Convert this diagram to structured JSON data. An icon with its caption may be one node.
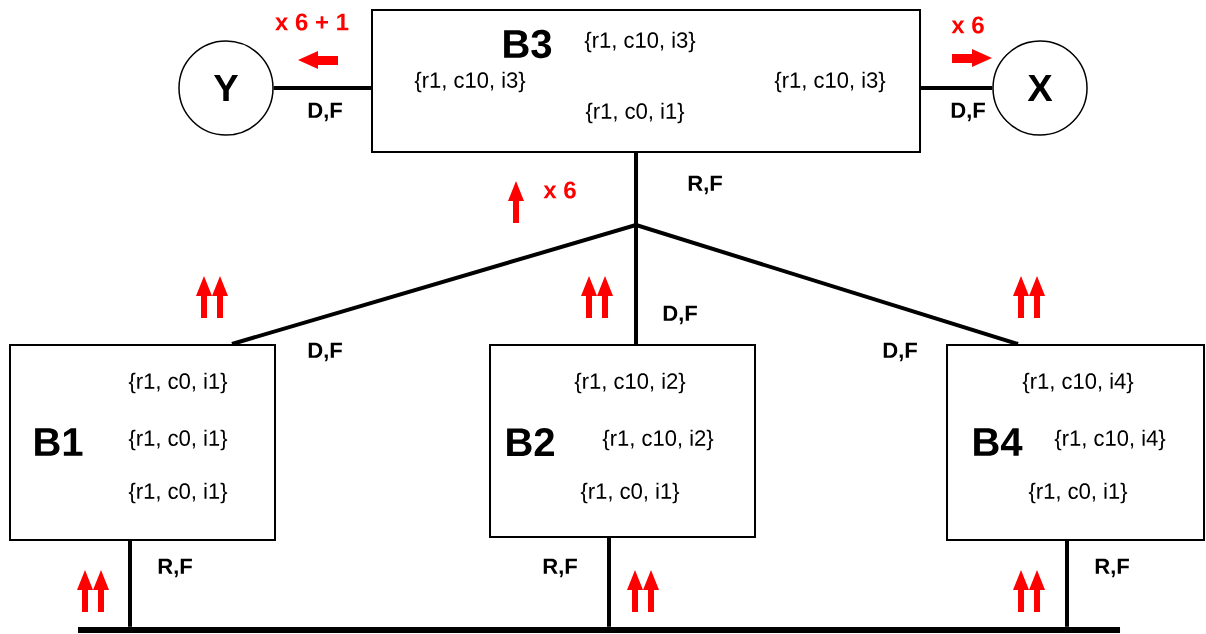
{
  "diagram": {
    "nodes": [
      {
        "text": [
          "B3",
          "{r1, c10, i3}",
          "{r1, c10, i3}",
          "{r1, c10, i3}",
          "{r1, c0, i1}"
        ]
      },
      {
        "text": [
          "Y"
        ]
      },
      {
        "text": [
          "X"
        ]
      },
      {
        "text": [
          "{r1, c0, i1}",
          "B1",
          "{r1, c0, i1}",
          "{r1, c0, i1}"
        ]
      },
      {
        "text": [
          "{r1, c10, i2}",
          "B2",
          "{r1, c10, i2}",
          "{r1, c0, i1}"
        ]
      },
      {
        "text": [
          "{r1, c10, i4}",
          "B4",
          "{r1, c10, i4}",
          "{r1, c0, i1}"
        ]
      },
      {
        "text": [],
        "shape": "bar"
      }
    ],
    "edges": [
      {
        "from": 0,
        "to": 1,
        "arrow": "none",
        "label": "D,F"
      },
      {
        "from": 0,
        "to": 2,
        "arrow": "none",
        "label": "D,F"
      },
      {
        "from": 0,
        "to": 3,
        "arrow": "none",
        "label": "D,F"
      },
      {
        "from": 0,
        "to": 4,
        "arrow": "none",
        "label": "D,F"
      },
      {
        "from": 0,
        "to": 5,
        "arrow": "none",
        "label": "D,F"
      },
      {
        "from": 3,
        "to": 6,
        "arrow": "none",
        "label": "R,F"
      },
      {
        "from": 4,
        "to": 6,
        "arrow": "none",
        "label": "R,F"
      },
      {
        "from": 5,
        "to": 6,
        "arrow": "none",
        "label": "R,F"
      }
    ],
    "labels": [
      "x 6 + 1",
      "x 6",
      "R,F",
      "x 6"
    ]
  }
}
